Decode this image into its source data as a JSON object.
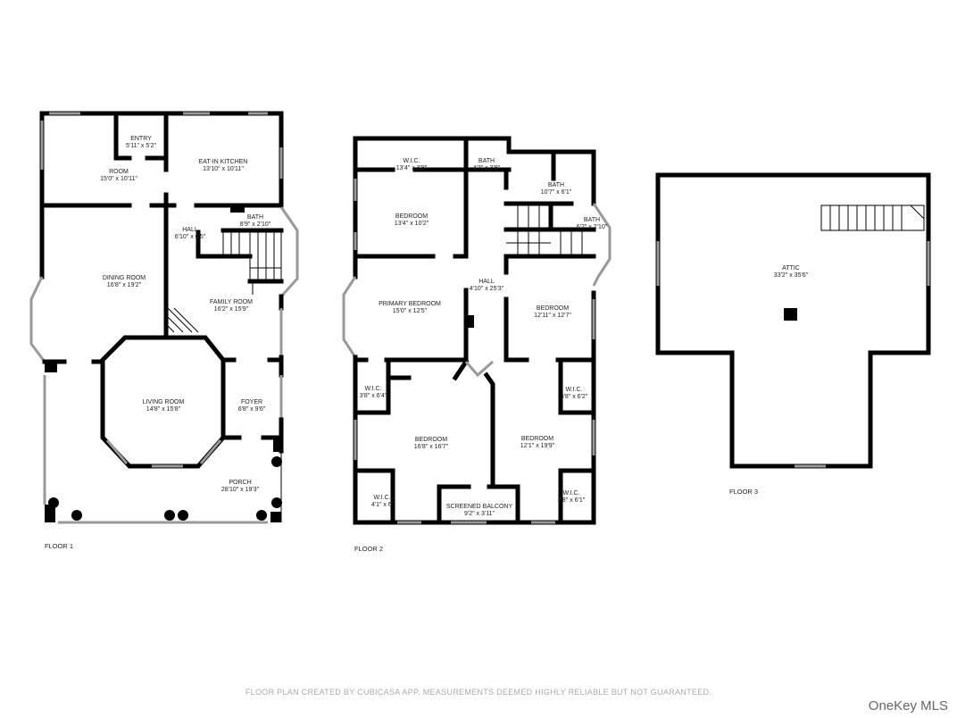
{
  "floors": [
    {
      "label": "FLOOR 1",
      "rooms": [
        {
          "name": "ENTRY",
          "dims": "5'11\" x 5'2\""
        },
        {
          "name": "ROOM",
          "dims": "15'0\" x 10'11\""
        },
        {
          "name": "EAT-IN KITCHEN",
          "dims": "13'10\" x 10'11\""
        },
        {
          "name": "BATH",
          "dims": "8'9\" x 2'10\""
        },
        {
          "name": "HALL",
          "dims": "6'10\" x 6'5\""
        },
        {
          "name": "DINING ROOM",
          "dims": "16'8\" x 19'2\""
        },
        {
          "name": "FAMILY ROOM",
          "dims": "16'2\" x 15'9\""
        },
        {
          "name": "LIVING ROOM",
          "dims": "14'8\" x 15'8\""
        },
        {
          "name": "FOYER",
          "dims": "6'8\" x 9'6\""
        },
        {
          "name": "PORCH",
          "dims": "28'10\" x 19'3\""
        }
      ]
    },
    {
      "label": "FLOOR 2",
      "rooms": [
        {
          "name": "W.I.C.",
          "dims": "13'4\" x 3'8\""
        },
        {
          "name": "BATH",
          "dims": "4'7\" x 3'8\""
        },
        {
          "name": "BATH",
          "dims": "10'7\" x 6'1\""
        },
        {
          "name": "BEDROOM",
          "dims": "13'4\" x 10'2\""
        },
        {
          "name": "BATH",
          "dims": "6'2\" x 2'10\""
        },
        {
          "name": "HALL",
          "dims": "4'10\" x 25'3\""
        },
        {
          "name": "PRIMARY BEDROOM",
          "dims": "15'0\" x 12'5\""
        },
        {
          "name": "BEDROOM",
          "dims": "12'11\" x 12'7\""
        },
        {
          "name": "W.I.C.",
          "dims": "3'8\" x 6'4\""
        },
        {
          "name": "W.I.C.",
          "dims": "3'8\" x 6'2\""
        },
        {
          "name": "BEDROOM",
          "dims": "16'8\" x 16'7\""
        },
        {
          "name": "BEDROOM",
          "dims": "12'1\" x 19'9\""
        },
        {
          "name": "W.I.C.",
          "dims": "4'1\" x 6'"
        },
        {
          "name": "SCREENED BALCONY",
          "dims": "9'2\" x 3'11\""
        },
        {
          "name": "W.I.C.",
          "dims": "3'8\" x 6'1\""
        }
      ]
    },
    {
      "label": "FLOOR 3",
      "rooms": [
        {
          "name": "ATTIC",
          "dims": "33'2\" x 35'6\""
        }
      ]
    }
  ],
  "footer": "FLOOR PLAN CREATED BY CUBICASA APP. MEASUREMENTS DEEMED HIGHLY RELIABLE BUT NOT GUARANTEED.",
  "watermark": "OneKey MLS"
}
